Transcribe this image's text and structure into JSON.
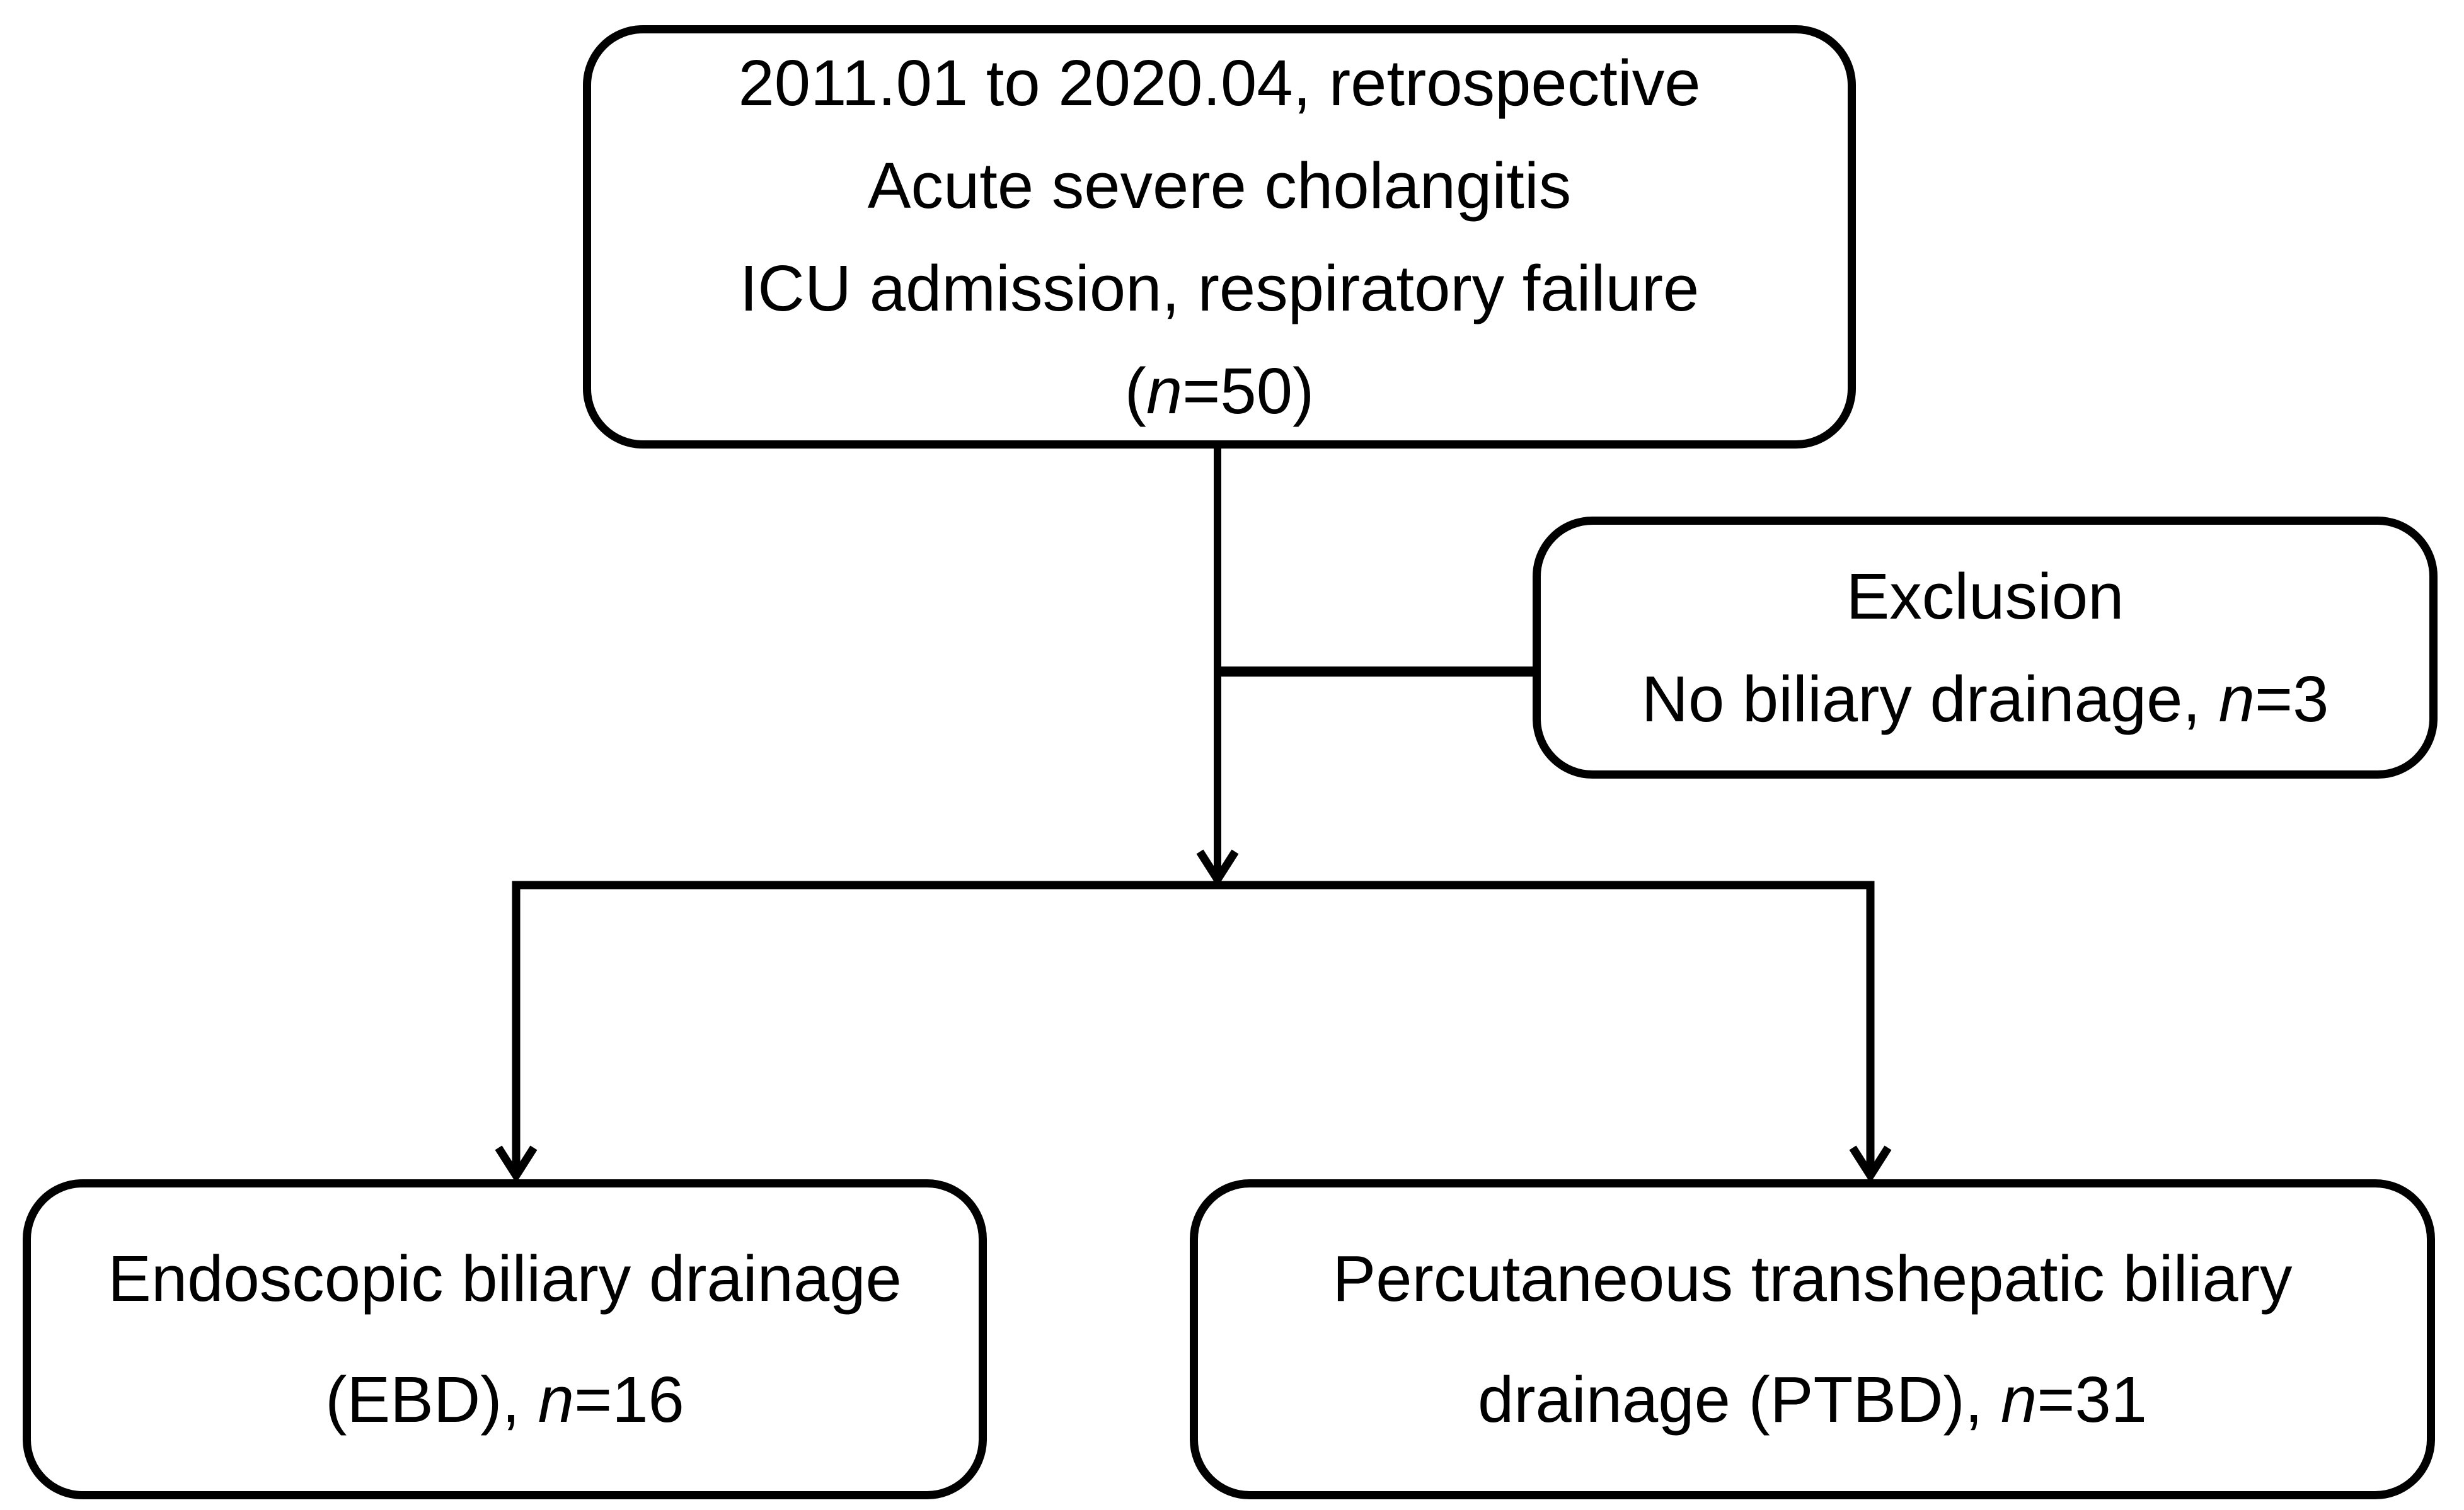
{
  "figure": {
    "type": "flowchart",
    "background_color": "#ffffff",
    "stroke_color": "#000000",
    "text_color": "#000000",
    "boxes": {
      "enrollment": {
        "lines": [
          [
            {
              "text": "2011.01 to 2020.04, retrospective"
            }
          ],
          [
            {
              "text": "Acute severe cholangitis"
            }
          ],
          [
            {
              "text": "ICU admission, respiratory failure"
            }
          ],
          [
            {
              "text": "("
            },
            {
              "text": "n",
              "italic": true
            },
            {
              "text": "=50)"
            }
          ]
        ]
      },
      "exclusion": {
        "lines": [
          [
            {
              "text": "Exclusion"
            }
          ],
          [
            {
              "text": "No biliary drainage, "
            },
            {
              "text": "n",
              "italic": true
            },
            {
              "text": "=3"
            }
          ]
        ]
      },
      "ebd": {
        "lines": [
          [
            {
              "text": "Endoscopic biliary drainage"
            }
          ],
          [
            {
              "text": "(EBD), "
            },
            {
              "text": "n",
              "italic": true
            },
            {
              "text": "=16"
            }
          ]
        ]
      },
      "ptbd": {
        "lines": [
          [
            {
              "text": "Percutaneous transhepatic biliary"
            }
          ],
          [
            {
              "text": "drainage (PTBD), "
            },
            {
              "text": "n",
              "italic": true
            },
            {
              "text": "=31"
            }
          ]
        ]
      }
    }
  }
}
